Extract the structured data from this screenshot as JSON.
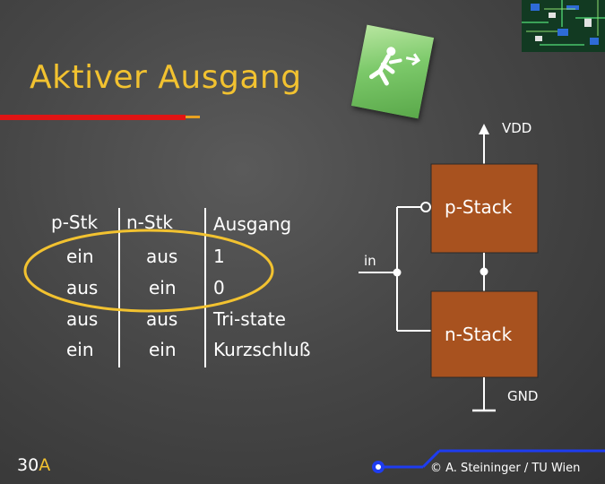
{
  "slide": {
    "title": "Aktiver Ausgang",
    "number": "30",
    "number_suffix": "A",
    "credit": "© A. Steininger / TU Wien"
  },
  "truth_table": {
    "headers": [
      "p-Stk",
      "n-Stk",
      "Ausgang"
    ],
    "rows": [
      [
        "ein",
        "aus",
        "1"
      ],
      [
        "aus",
        "ein",
        "0"
      ],
      [
        "aus",
        "aus",
        "Tri-state"
      ],
      [
        "ein",
        "ein",
        "Kurzschluß"
      ]
    ]
  },
  "circuit": {
    "vdd_label": "VDD",
    "gnd_label": "GND",
    "input_label": "in",
    "p_stack_label": "p-Stack",
    "n_stack_label": "n-Stack"
  },
  "colors": {
    "title": "#f2c230",
    "stack_fill": "#a8521f",
    "highlight_ellipse": "#f2c230",
    "title_underline": "#e01414",
    "footer_dot": "#1e3cf0"
  }
}
